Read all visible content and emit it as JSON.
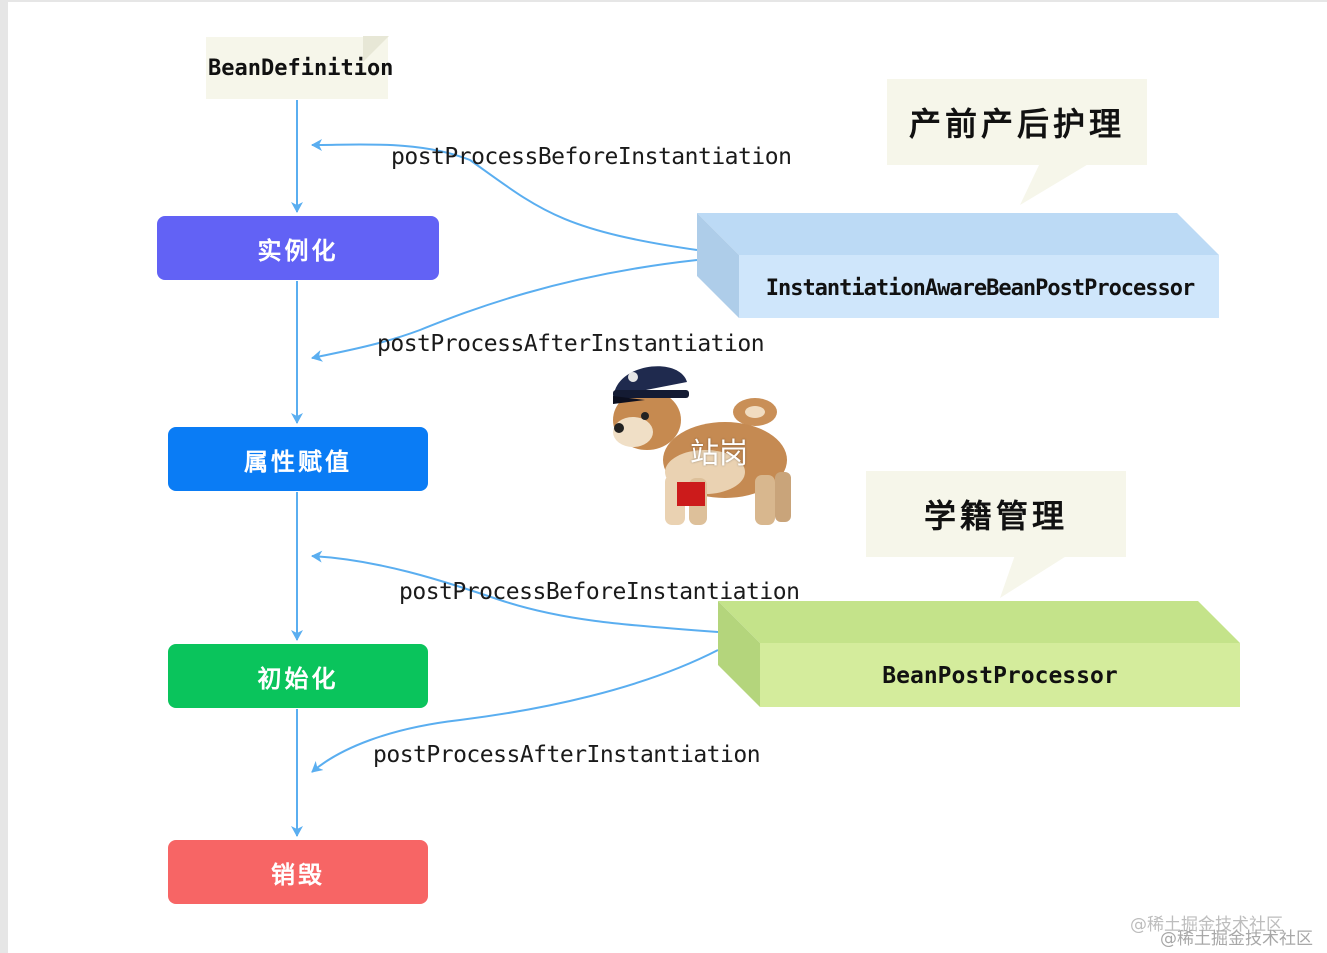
{
  "diagram": {
    "start_node": "BeanDefinition",
    "stages": [
      {
        "label": "实例化",
        "color": "#6262f5"
      },
      {
        "label": "属性赋值",
        "color": "#0a7cf5"
      },
      {
        "label": "初始化",
        "color": "#0ac45c"
      },
      {
        "label": "销毁",
        "color": "#f76565"
      }
    ],
    "edges": {
      "instantiation_before": "postProcessBeforeInstantiation",
      "instantiation_after": "postProcessAfterInstantiation",
      "initialization_before": "postProcessBeforeInstantiation",
      "initialization_after": "postProcessAfterInstantiation"
    },
    "processors": {
      "instantiation_aware": "InstantiationAwareBeanPostProcessor",
      "bean_post": "BeanPostProcessor"
    },
    "bubbles": {
      "first": "产前产后护理",
      "second": "学籍管理"
    },
    "mascot_label": "站岗",
    "watermark": "@稀土掘金技术社区",
    "colors": {
      "arrow": "#5aaef0",
      "note_bg": "#f6f6ea",
      "processor_blue": "#cfe6fb",
      "processor_green": "#d4ec9c"
    }
  }
}
